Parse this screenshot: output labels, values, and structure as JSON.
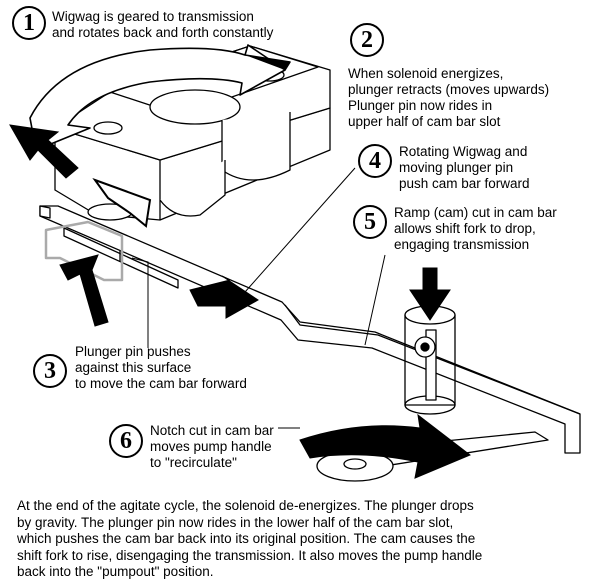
{
  "steps": [
    {
      "number": "1",
      "text": "Wigwag is geared to transmission\nand rotates back and forth constantly"
    },
    {
      "number": "2",
      "text": "When solenoid energizes,\nplunger retracts (moves upwards)\nPlunger pin now rides in\nupper half of cam bar slot"
    },
    {
      "number": "3",
      "text": "Plunger pin pushes\nagainst this surface\nto move the cam bar forward"
    },
    {
      "number": "4",
      "text": "Rotating Wigwag and\nmoving plunger pin\npush cam bar forward"
    },
    {
      "number": "5",
      "text": "Ramp (cam) cut in cam bar\nallows shift fork to drop,\nengaging transmission"
    },
    {
      "number": "6",
      "text": "Notch cut in cam bar\nmoves pump handle\nto \"recirculate\""
    }
  ],
  "footer": "At the end of the agitate cycle, the solenoid de-energizes. The plunger drops\nby gravity. The plunger pin now rides in the lower half of the cam bar slot,\nwhich pushes the cam bar back into its original position. The cam causes the\nshift fork to rise, disengaging the transmission. It also moves the pump handle\nback into the \"pumpout\" position."
}
